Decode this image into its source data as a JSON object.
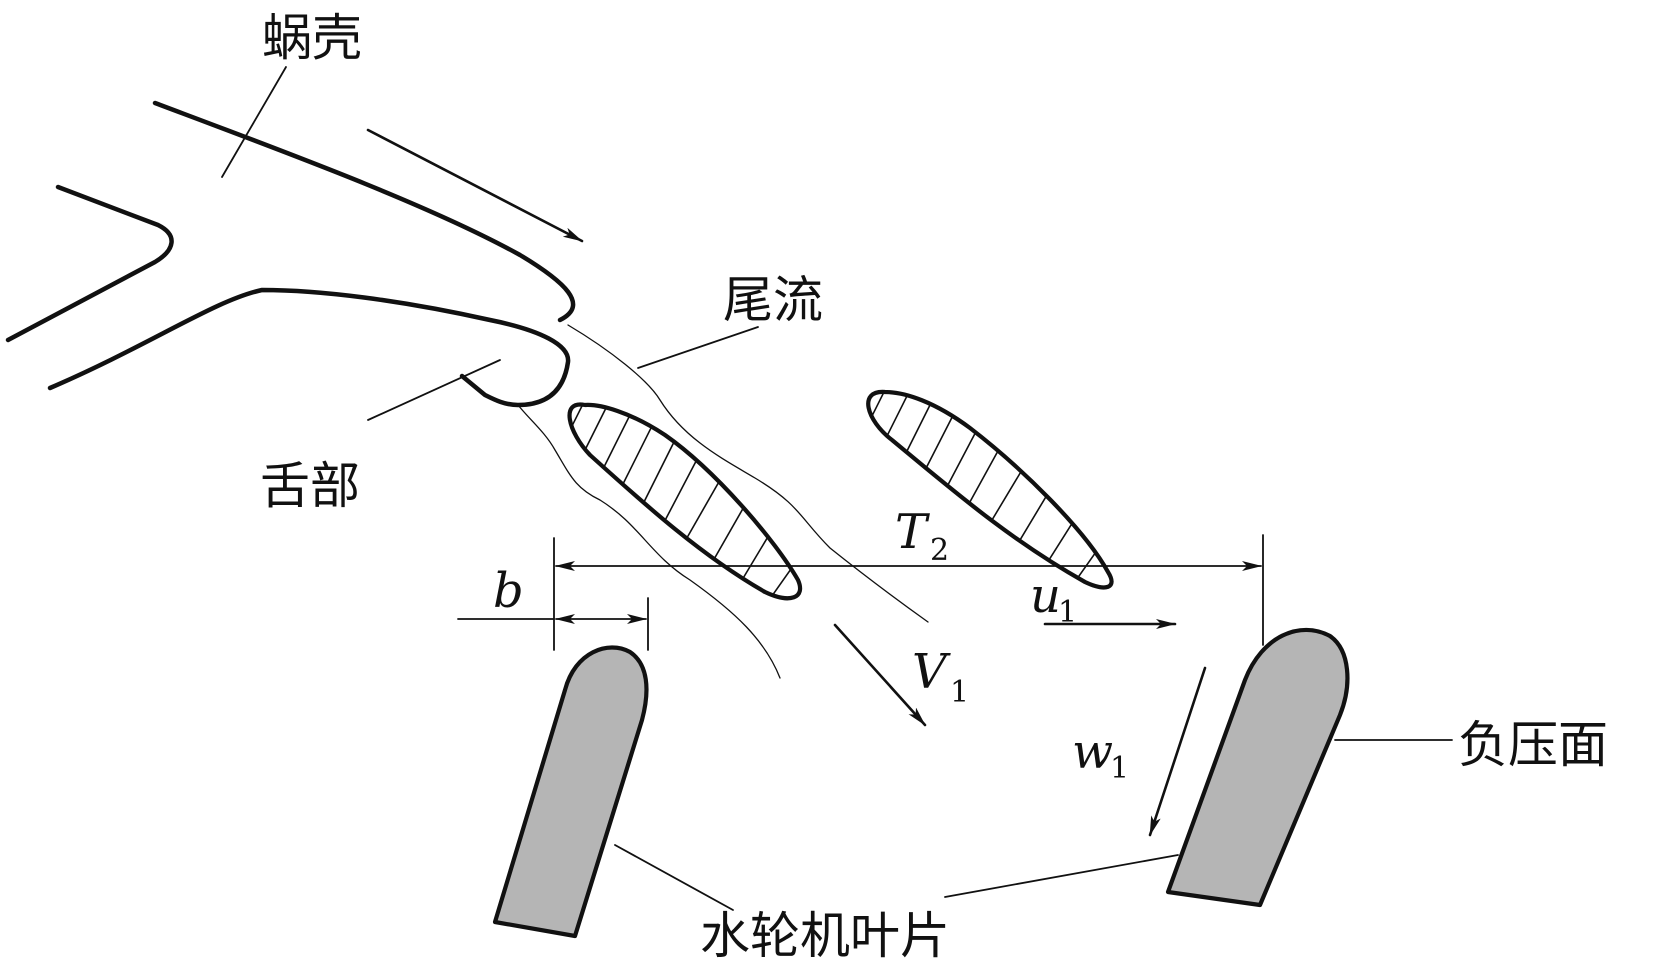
{
  "labels": {
    "volute": "蜗壳",
    "wake": "尾流",
    "tongue": "舌部",
    "suction_side": "负压面",
    "turbine_blade": "水轮机叶片"
  },
  "symbols": {
    "pitch": "T",
    "pitch_sub": "2",
    "blade_thickness": "b",
    "peripheral_velocity": "u",
    "peripheral_velocity_sub": "1",
    "absolute_velocity": "V",
    "absolute_velocity_sub": "1",
    "relative_velocity": "w",
    "relative_velocity_sub": "1"
  },
  "colors": {
    "line": "#111111",
    "blade_fill": "#b5b5b5",
    "background": "#ffffff"
  }
}
